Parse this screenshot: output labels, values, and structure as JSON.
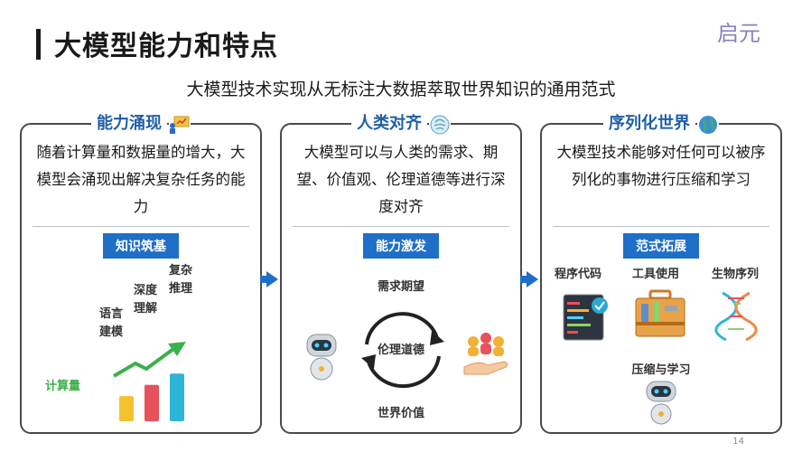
{
  "header": {
    "title": "大模型能力和特点",
    "logo_text": "启元",
    "subtitle": "大模型技术实现从无标注大数据萃取世界知识的通用范式"
  },
  "panels": [
    {
      "title": "能力涌现",
      "title_icon": "presenter-icon",
      "description": "随着计算量和数据量的增大，大模型会涌现出解决复杂任务的能力",
      "tag": "知识筑基",
      "labels": {
        "compute": "计算量",
        "language_1": "语言",
        "language_2": "建模",
        "depth_1": "深度",
        "depth_2": "理解",
        "complex_1": "复杂",
        "complex_2": "推理"
      },
      "bar_values": [
        0.45,
        0.65,
        0.85
      ]
    },
    {
      "title": "人类对齐",
      "title_icon": "brain-icon",
      "description": "大模型可以与人类的需求、期望、价值观、伦理道德等进行深度对齐",
      "tag": "能力激发",
      "labels": {
        "top": "需求期望",
        "center": "伦理道德",
        "bottom": "世界价值"
      }
    },
    {
      "title": "序列化世界",
      "title_icon": "globe-icon",
      "description": "大模型技术能够对任何可以被序列化的事物进行压缩和学习",
      "tag": "范式拓展",
      "labels": {
        "code": "程序代码",
        "tools": "工具使用",
        "bio": "生物序列",
        "compress": "压缩与学习"
      }
    }
  ],
  "footer": {
    "page_number": "14"
  },
  "colors": {
    "accent_blue": "#1f6fc8",
    "title_blue": "#1f5fa8",
    "green": "#3cb04a",
    "logo": "#8a7fbf"
  }
}
